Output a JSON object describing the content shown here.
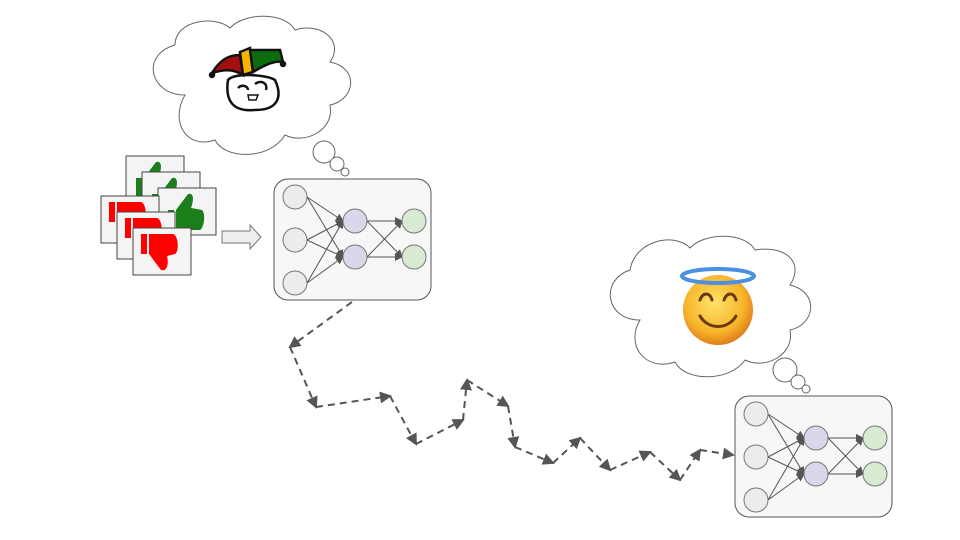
{
  "diagram": {
    "colors": {
      "input_node": "#ececec",
      "hidden_node": "#dcd6ea",
      "output_node": "#d9ead3",
      "network_box": "#f7f7f7",
      "thumb_up": "#1a7f1a",
      "thumb_down": "#ff0000",
      "path": "#555555",
      "halo": "#4a8fe0",
      "face": "#f7b52a"
    },
    "icons": {
      "thought_1": "jester-hat-face-icon",
      "thought_2": "smiling-face-with-halo-icon",
      "feedback_positive": "thumbs-up-icon",
      "feedback_negative": "thumbs-down-icon"
    },
    "networks": [
      {
        "layers": [
          3,
          2,
          2
        ]
      },
      {
        "layers": [
          3,
          2,
          2
        ]
      }
    ],
    "feedback_cards": {
      "thumbs_up": 3,
      "thumbs_down": 3
    }
  }
}
